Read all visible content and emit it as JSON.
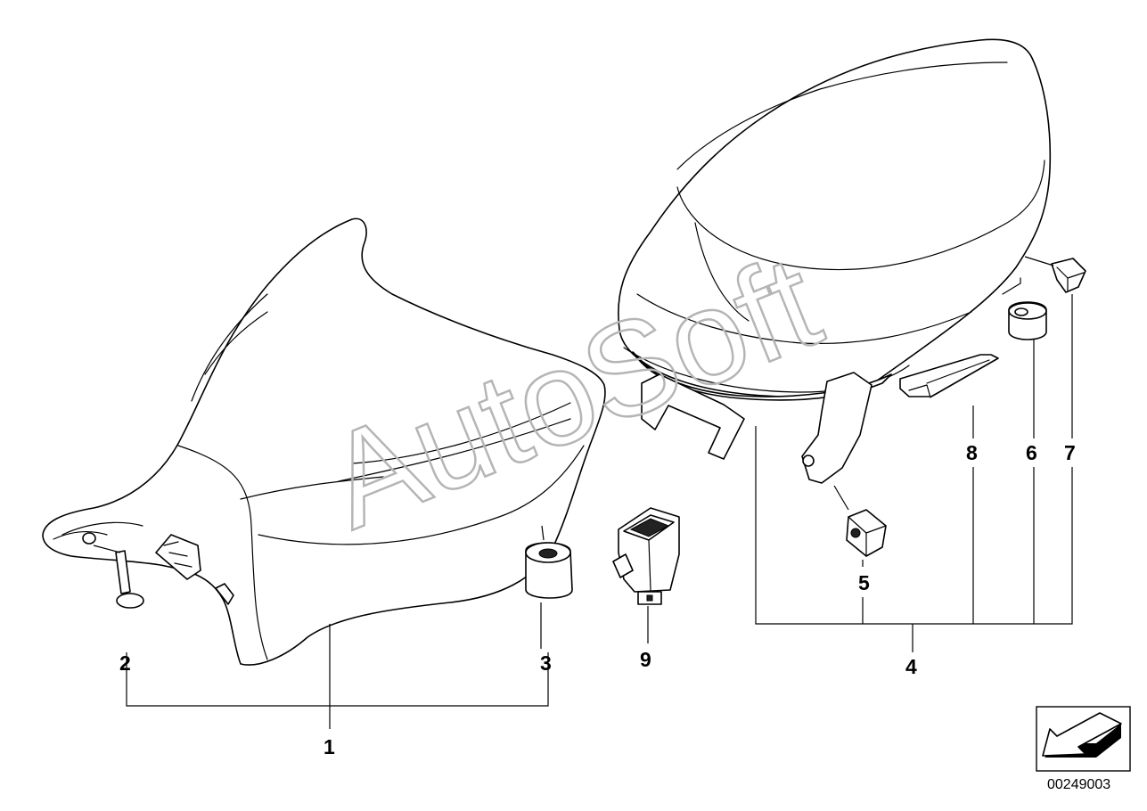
{
  "diagram": {
    "parts": [
      {
        "key": "p1",
        "label": "1"
      },
      {
        "key": "p2",
        "label": "2"
      },
      {
        "key": "p3",
        "label": "3"
      },
      {
        "key": "p4",
        "label": "4"
      },
      {
        "key": "p5",
        "label": "5"
      },
      {
        "key": "p6",
        "label": "6"
      },
      {
        "key": "p7",
        "label": "7"
      },
      {
        "key": "p8",
        "label": "8"
      },
      {
        "key": "p9",
        "label": "9"
      }
    ],
    "diagram_code": "00249003",
    "watermark": "AutoSoft"
  }
}
